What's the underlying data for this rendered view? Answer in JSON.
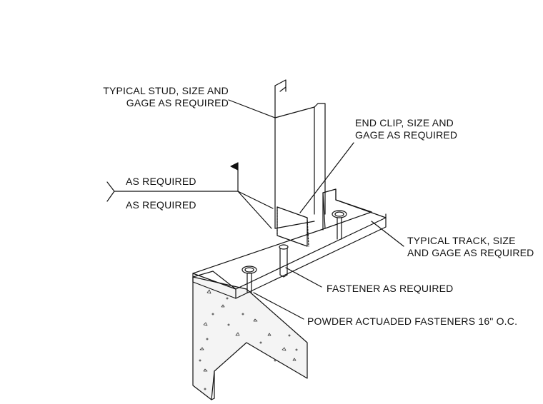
{
  "labels": {
    "stud_line1": "TYPICAL STUD, SIZE AND",
    "stud_line2": "GAGE AS REQUIRED",
    "clip_line1": "END CLIP, SIZE AND",
    "clip_line2": "GAGE AS REQUIRED",
    "weld_top": "AS REQUIRED",
    "weld_bottom": "AS REQUIRED",
    "track_line1": "TYPICAL TRACK, SIZE",
    "track_line2": "AND GAGE AS REQUIRED",
    "fastener": "FASTENER AS REQUIRED",
    "powder": "POWDER ACTUADED FASTENERS 16\" O.C."
  },
  "colors": {
    "line": "#111111",
    "concrete": "#f4f4f4"
  }
}
